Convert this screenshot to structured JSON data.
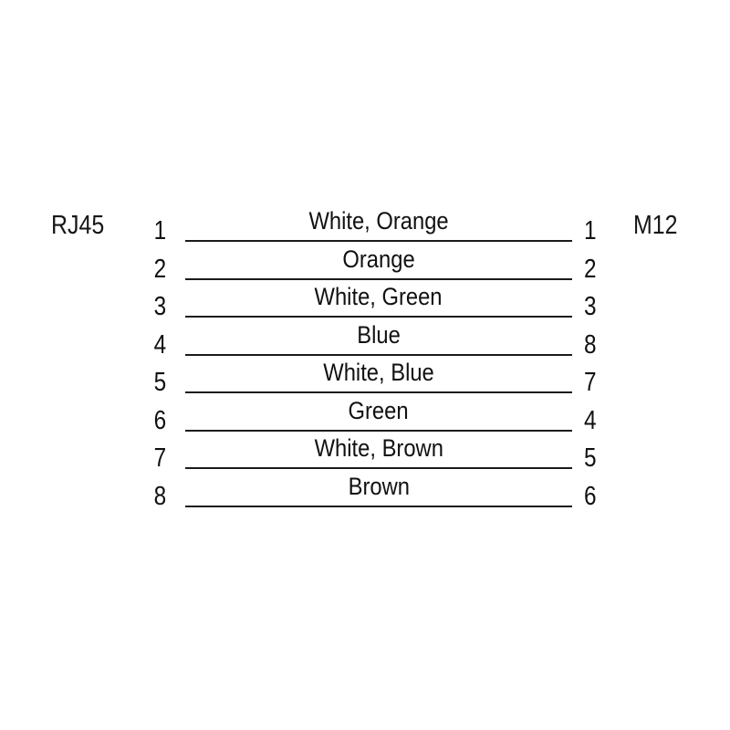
{
  "diagram": {
    "left_connector": "RJ45",
    "right_connector": "M12",
    "line_color": "#1b1b1b",
    "text_color": "#111111",
    "background_color": "#ffffff",
    "rows": [
      {
        "left_pin": "1",
        "wire": "White, Orange",
        "right_pin": "1"
      },
      {
        "left_pin": "2",
        "wire": "Orange",
        "right_pin": "2"
      },
      {
        "left_pin": "3",
        "wire": "White, Green",
        "right_pin": "3"
      },
      {
        "left_pin": "4",
        "wire": "Blue",
        "right_pin": "8"
      },
      {
        "left_pin": "5",
        "wire": "White, Blue",
        "right_pin": "7"
      },
      {
        "left_pin": "6",
        "wire": "Green",
        "right_pin": "4"
      },
      {
        "left_pin": "7",
        "wire": "White, Brown",
        "right_pin": "5"
      },
      {
        "left_pin": "8",
        "wire": "Brown",
        "right_pin": "6"
      }
    ]
  }
}
